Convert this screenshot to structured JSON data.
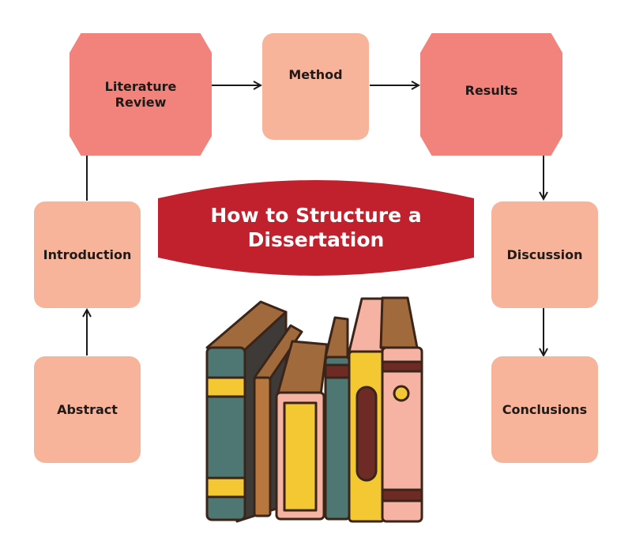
{
  "title": "How to Structure a Dissertation",
  "steps": {
    "abstract": "Abstract",
    "introduction": "Introduction",
    "literature_review": "Literature Review",
    "method": "Method",
    "results": "Results",
    "discussion": "Discussion",
    "conclusions": "Conclusions"
  },
  "colors": {
    "banner": "#c0212d",
    "square_box": "#f8b49a",
    "hex_box": "#f2837c",
    "arrow": "#1a1a1a"
  }
}
